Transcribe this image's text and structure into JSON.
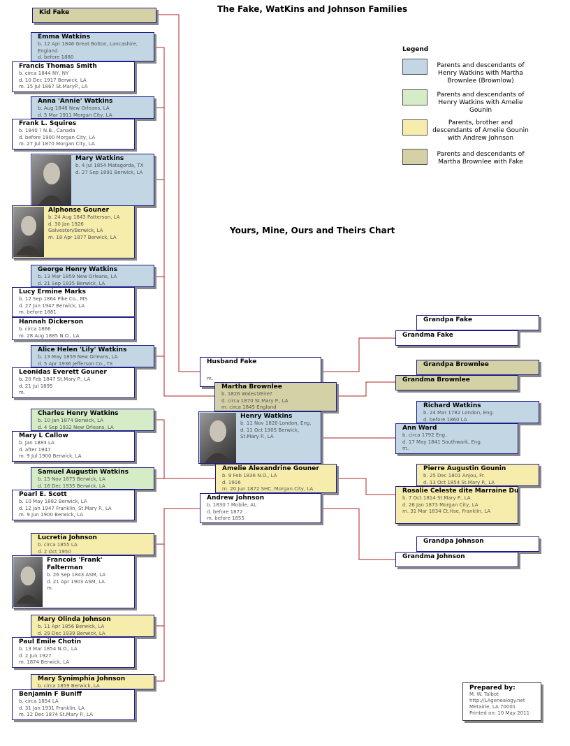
{
  "titles": {
    "main": "The Fake, WatKins and Johnson Families",
    "sub": "Yours, Mine, Ours and Theirs Chart"
  },
  "legend": {
    "title": "Legend",
    "items": [
      {
        "text": "Parents and descendants of Henry Watkins with Martha Brownlee (Brownlow)",
        "color": "#c2d6e4"
      },
      {
        "text": "Parents and descendants of Henry Watkins with Amelie Gounin",
        "color": "#d5ecc6"
      },
      {
        "text": "Parents, brother and descendants of Amelie Gounin with Andrew Johnson",
        "color": "#f6edac"
      },
      {
        "text": "Parents and descendants of Martha Brownlee with Fake",
        "color": "#d4d1a6"
      }
    ]
  },
  "people": {
    "kid_fake": {
      "name": "Kid Fake",
      "details": []
    },
    "emma_watkins": {
      "name": "Emma Watkins",
      "details": [
        "b. 12 Apr 1846 Great Bolton, Lancashire,",
        "England",
        "d. before 1880"
      ]
    },
    "francis_smith": {
      "name": "Francis Thomas Smith",
      "details": [
        "b. circa 1844 NY, NY",
        "d. 10 Dec 1917 Berwick, LA",
        "m. 15 Jul 1867 St.MaryP., LA"
      ]
    },
    "anna_watkins": {
      "name": "Anna 'Annie' Watkins",
      "details": [
        "b. Aug 1848 New Orleans, LA",
        "d. 5 Mar 1911 Morgan City, LA"
      ]
    },
    "frank_squires": {
      "name": "Frank L. Squires",
      "details": [
        "b. 1840 ? N.B., Canada",
        "d. before 1900 Morgan City, LA",
        "m. 27 Jul 1870 Morgan City, LA"
      ]
    },
    "mary_watkins": {
      "name": "Mary Watkins",
      "details": [
        "b. 4 Jul 1854 Matagorda, TX",
        "d. 27 Sep 1891 Berwick, LA"
      ]
    },
    "alphonse_gouner": {
      "name": "Alphonse Gouner",
      "details": [
        "b. 24 Aug 1843 Patterson, LA",
        "d. 30 Jan 1926",
        "Galveston/Berwick, LA",
        "m. 18 Apr 1877 Berwick, LA"
      ]
    },
    "george_watkins": {
      "name": "George Henry Watkins",
      "details": [
        "b. 13 Mar 1859 New Orleans, LA",
        "d. 21 Sep 1935 Berwick, LA"
      ]
    },
    "lucy_marks": {
      "name": "Lucy Ermine Marks",
      "details": [
        "b. 12 Sep 1864 Pike Co., MS",
        "d. 27 Jun 1947 Berwick, LA",
        "m. before 1881"
      ]
    },
    "hannah_dickerson": {
      "name": "Hannah Dickerson",
      "details": [
        "b. circa 1866",
        "m. 28 Aug 1885 N.O., LA"
      ]
    },
    "alice_watkins": {
      "name": "Alice Helen 'Lily' Watkins",
      "details": [
        "b. 13 May 1859 New Orleans, LA",
        "d. 5 Apr 1936 Jefferson Co., TX"
      ]
    },
    "leonidas_gouner": {
      "name": "Leonidas Everett Gouner",
      "details": [
        "b. 20 Feb 1847 St.Mary P., LA",
        "d. 21 Jul 1895",
        "m."
      ]
    },
    "charles_watkins": {
      "name": "Charles Henry Watkins",
      "details": [
        "b. 10 Jan 1874 Berwick, LA",
        "d. 4 Sep 1932 New Orleans, LA"
      ]
    },
    "mary_callow": {
      "name": "Mary L Callow",
      "details": [
        "b. Jan 1883 LA",
        "d. after 1947",
        "m. 9 Jul 1900 Berwick, LA"
      ]
    },
    "samuel_watkins": {
      "name": "Samuel Augustin Watkins",
      "details": [
        "b. 15 Nov 1875 Berwick, LA",
        "d. 16 Dec 1935 Berwick, LA"
      ]
    },
    "pearl_scott": {
      "name": "Pearl E. Scott",
      "details": [
        "b. 10 May 1882 Berwick, LA",
        "d. 12 Jan 1947 Franklin, St.Mary P., LA",
        "m. 9 Jun 1900 Berwick, LA"
      ]
    },
    "lucretia_johnson": {
      "name": "Lucretia Johnson",
      "details": [
        "b. circa 1855 LA",
        "d. 2 Oct 1950"
      ]
    },
    "francois_falterman": {
      "name": "Francois 'Frank' Falterman",
      "details": [
        "b. 26 Sep 1843 ASM, LA",
        "d. 21 Apr 1903 ASM, LA",
        "m."
      ]
    },
    "mary_olinda_johnson": {
      "name": "Mary Olinda Johnson",
      "details": [
        "b. 11 Apr 1856 Berwick, LA",
        "d. 29 Dec 1939 Berwick, LA"
      ]
    },
    "paul_chotin": {
      "name": "Paul Emile Chotin",
      "details": [
        "b. 13 Mar 1854 N.O., LA",
        "d. 2 Jun 1927",
        "m. 1874 Berwick, LA"
      ]
    },
    "mary_synimphia_johnson": {
      "name": "Mary Synimphia Johnson",
      "details": [
        "b. circa 1859 Berwick, LA"
      ]
    },
    "benjamin_buniff": {
      "name": "Benjamin F Buniff",
      "details": [
        "b. circa 1854 LA",
        "d. 31 Jan 1931 Franklin, LA",
        "m. 12 Dec 1874 St.Mary P., LA"
      ]
    },
    "husband_fake": {
      "name": "Husband Fake",
      "details": [
        "m."
      ]
    },
    "martha_brownlee": {
      "name": "Martha Brownlee",
      "details": [
        "b. 1826 Wales?/Eire?",
        "d. circa 1870 St.Mary P., LA",
        "m. circa 1845 England"
      ]
    },
    "henry_watkins": {
      "name": "Henry Watkins",
      "details": [
        "b. 11 Nov 1820 London, Eng.",
        "d. 11 Oct 1905 Berwick,",
        "St.Mary P., LA"
      ]
    },
    "amelie_gouner": {
      "name": "Amelie Alexandrine Gouner",
      "details": [
        "b. 9 Feb 1836 N.O., LA",
        "d. 1916",
        "m. 20 Jun 1872 SHC, Morgan City, LA"
      ]
    },
    "andrew_johnson": {
      "name": "Andrew Johnson",
      "details": [
        "b. 1830 ? Mobile, AL",
        "d. before 1872",
        "m. before 1855"
      ]
    },
    "grandpa_fake": {
      "name": "Grandpa Fake",
      "details": []
    },
    "grandma_fake": {
      "name": "Grandma Fake",
      "details": []
    },
    "grandpa_brownlee": {
      "name": "Grandpa Brownlee",
      "details": []
    },
    "grandma_brownlee": {
      "name": "Grandma Brownlee",
      "details": []
    },
    "richard_watkins": {
      "name": "Richard Watkins",
      "details": [
        "b. 24 Mar 1782 London, Eng.",
        "d. before 1860 LA"
      ]
    },
    "ann_ward": {
      "name": "Ann Ward",
      "details": [
        "b. circa 1792 Eng.",
        "d. 17 May 1841 Southwark, Eng.",
        "m."
      ]
    },
    "pierre_gounin": {
      "name": "Pierre Augustin Gounin",
      "details": [
        "b. 25 Dec 1801 Anjou, Fr.",
        "d. 13 Oct 1854 St.Mary P., LA"
      ]
    },
    "rosalie_duval": {
      "name": "Rosalie Celeste dite Marraine Duval",
      "details": [
        "b. 7 Oct 1814 St.Mary P., LA",
        "d. 26 Jan 1873 Morgan City, LA",
        "m. 31 Mar 1834 Ct.Hse, Franklin, LA"
      ]
    },
    "grandpa_johnson": {
      "name": "Grandpa Johnson",
      "details": []
    },
    "grandma_johnson": {
      "name": "Grandma Johnson",
      "details": []
    }
  },
  "prepared": {
    "title": "Prepared by:",
    "lines": [
      "M. W. Talbot",
      "http://LAgenealogy.net",
      "Metairie, LA 70001",
      "Printed on: 10 May 2011"
    ]
  },
  "colors": {
    "line": "#b22222",
    "border": "#1c1c8a"
  }
}
